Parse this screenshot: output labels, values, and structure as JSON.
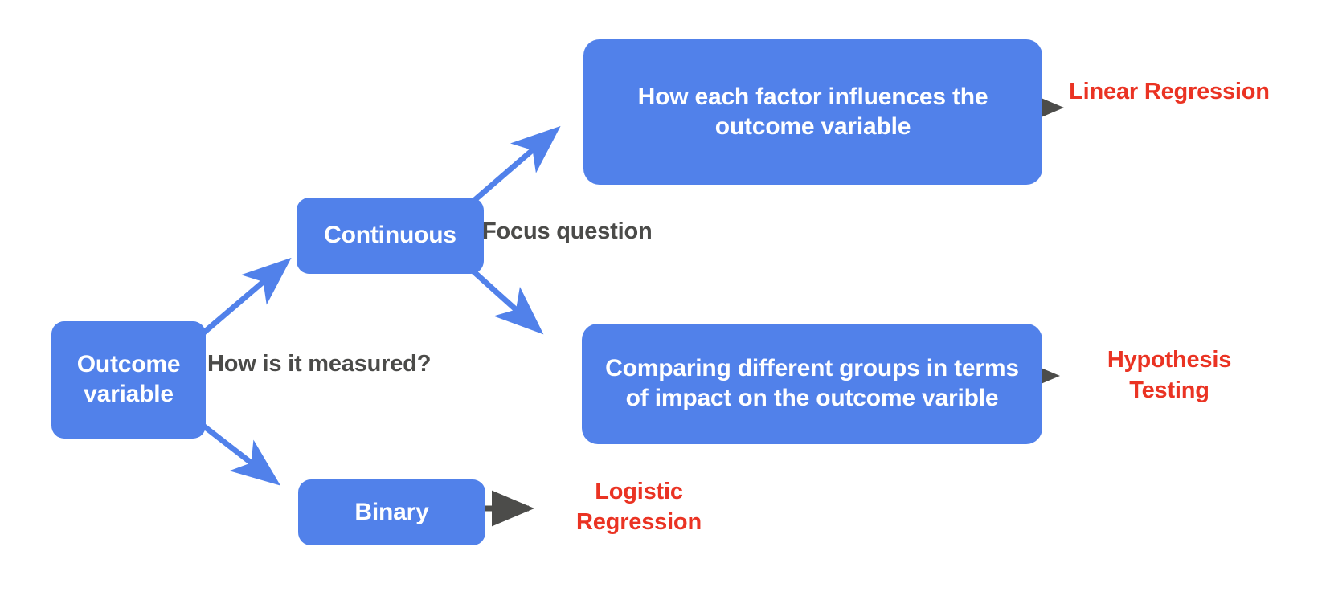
{
  "diagram": {
    "title": "Outcome variable analysis decision flowchart",
    "colors": {
      "node_blue": "#5181ea",
      "blue_arrow": "#5181ea",
      "dark_arrow": "#4c4c4a",
      "leaf_red": "#ea3323",
      "label_gray": "#4b4b49",
      "background": "#ffffff"
    },
    "nodes": [
      {
        "id": "outcome",
        "label": "Outcome variable"
      },
      {
        "id": "continuous",
        "label": "Continuous"
      },
      {
        "id": "binary",
        "label": "Binary"
      },
      {
        "id": "how_factor",
        "label": "How each factor influences the outcome variable"
      },
      {
        "id": "comparing",
        "label": "Comparing different groups in terms of impact on the outcome varible"
      }
    ],
    "edge_labels": [
      {
        "id": "measured",
        "label": "How is it measured?"
      },
      {
        "id": "focus",
        "label": "Focus question"
      }
    ],
    "leaf_labels": [
      {
        "id": "linear",
        "label": "Linear Regression"
      },
      {
        "id": "hypothesis",
        "label": "Hypothesis Testing"
      },
      {
        "id": "logistic",
        "label": "Logistic Regression"
      }
    ],
    "edges": [
      {
        "from": "outcome",
        "to": "continuous",
        "style": "blue-arrow",
        "label": "How is it measured?"
      },
      {
        "from": "outcome",
        "to": "binary",
        "style": "blue-arrow",
        "label": "How is it measured?"
      },
      {
        "from": "continuous",
        "to": "how_factor",
        "style": "blue-arrow",
        "label": "Focus question"
      },
      {
        "from": "continuous",
        "to": "comparing",
        "style": "blue-arrow",
        "label": "Focus question"
      },
      {
        "from": "how_factor",
        "to": "linear",
        "style": "dark-arrow",
        "label": ""
      },
      {
        "from": "comparing",
        "to": "hypothesis",
        "style": "dark-arrow",
        "label": ""
      },
      {
        "from": "binary",
        "to": "logistic",
        "style": "dark-arrow",
        "label": ""
      }
    ]
  }
}
